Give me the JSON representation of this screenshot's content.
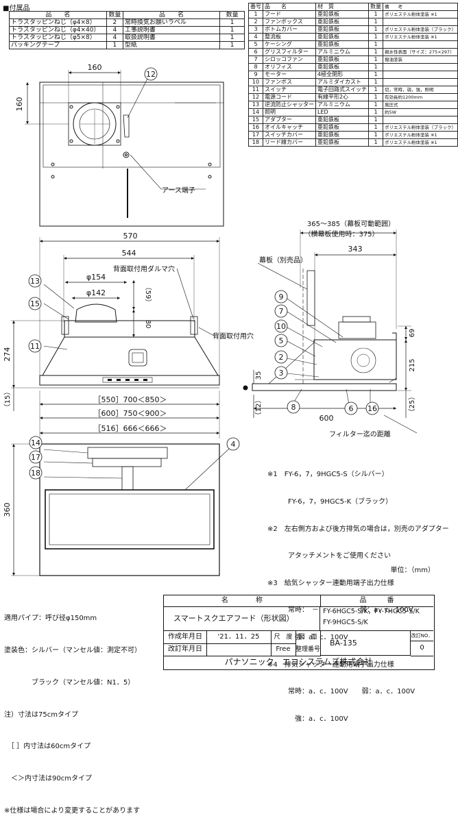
{
  "accessories": {
    "title": "■付属品",
    "headers": [
      "品　　名",
      "数量",
      "品　　名",
      "数量"
    ],
    "rows": [
      [
        "トラスタッピンねじ（φ4×8）",
        "2",
        "常時換気お願いラベル",
        "1"
      ],
      [
        "トラスタッピンねじ（φ4×40）",
        "4",
        "工事説明書",
        "1"
      ],
      [
        "トラスタッピンねじ（φ5×8）",
        "4",
        "取扱説明書",
        "1"
      ],
      [
        "パッキングテープ",
        "1",
        "型紙",
        "1"
      ]
    ]
  },
  "parts": {
    "headers": [
      "番号",
      "品　　名",
      "材　質",
      "数量",
      "備　　考"
    ],
    "rows": [
      [
        "1",
        "フード",
        "亜鉛鉄板",
        "1",
        "ポリエステル粉体塗装 ※1"
      ],
      [
        "2",
        "ファンボックス",
        "亜鉛鉄板",
        "1",
        ""
      ],
      [
        "3",
        "ボトムカバー",
        "亜鉛鉄板",
        "1",
        "ポリエステル粉体塗装（ブラック）"
      ],
      [
        "4",
        "整流板",
        "亜鉛鉄板",
        "1",
        "ポリエステル粉体塗装 ※1"
      ],
      [
        "5",
        "ケーシング",
        "亜鉛鉄板",
        "1",
        ""
      ],
      [
        "6",
        "グリスフィルター",
        "アルミニウム",
        "1",
        "親水性表面（サイズ：275×297）"
      ],
      [
        "7",
        "シロッコファン",
        "亜鉛鉄板",
        "1",
        "撥油塗装"
      ],
      [
        "8",
        "オリフィス",
        "亜鉛鉄板",
        "1",
        ""
      ],
      [
        "9",
        "モーター",
        "4極全閉形",
        "1",
        ""
      ],
      [
        "10",
        "ファンボス",
        "アルミダイカスト",
        "1",
        ""
      ],
      [
        "11",
        "スイッチ",
        "電子回路式スイッチ",
        "1",
        "切，常時，弱，強，照明"
      ],
      [
        "12",
        "電源コード",
        "有線平形2心",
        "1",
        "有効長約1200mm"
      ],
      [
        "13",
        "逆流防止シャッター",
        "アルミニウム",
        "1",
        "風圧式"
      ],
      [
        "14",
        "照明",
        "LED",
        "1",
        "約5W"
      ],
      [
        "15",
        "アダプター",
        "亜鉛鉄板",
        "1",
        ""
      ],
      [
        "16",
        "オイルキャッチ",
        "亜鉛鉄板",
        "1",
        "ポリエステル粉体塗装（ブラック）"
      ],
      [
        "17",
        "スイッチカバー",
        "亜鉛鉄板",
        "1",
        "ポリエステル粉体塗装 ※1"
      ],
      [
        "18",
        "リード線カバー",
        "亜鉛鉄板",
        "1",
        "ポリエステル粉体塗装 ※1"
      ]
    ]
  },
  "labels": {
    "d160h": "160",
    "d160v": "160",
    "earth": "アース端子",
    "d570": "570",
    "d544": "544",
    "back_hole": "背面取付用ダルマ穴",
    "phi154": "φ154",
    "phi142": "φ142",
    "d59": "（59）",
    "d80": "80",
    "d274": "274",
    "d15": "（15）",
    "back_hole2": "背面取付用穴",
    "w1": "［550］700＜850＞",
    "w2": "［600］750＜900＞",
    "w3": "［516］666＜666＞",
    "d360": "360",
    "range1": "365～385（幕板可動範囲）",
    "range2": "（横幕板使用時：375）",
    "d343": "343",
    "makuita": "幕板（別売品）",
    "d69": "69",
    "d215": "215",
    "d35": "35",
    "d12": "（12）",
    "d600": "600",
    "d25": "（25）",
    "filter_dist": "フィルター迄の距離",
    "unit": "単位：（mm）"
  },
  "balloons": [
    "12",
    "13",
    "15",
    "11",
    "14",
    "17",
    "18",
    "4",
    "9",
    "7",
    "10",
    "5",
    "2",
    "3",
    "8",
    "6",
    "16"
  ],
  "notes": {
    "right": [
      "※1　FY-6，7，9HGC5-S（シルバー）",
      "　　　FY-6，7，9HGC5-K（ブラック）",
      "※2　左右側方および後方排気の場合は，別売のアダプター",
      "　　　アタッチメントをご使用ください",
      "※3　給気シャッター連動用端子出力仕様",
      "　　　常時：　－　　　　　　弱：a．c．100V",
      "　　　　強：a．c．100V",
      "※4　排気シャッター連動用端子出力仕様",
      "　　　常時：a．c．100V　　弱：a．c．100V",
      "　　　　強：a．c．100V"
    ],
    "left": [
      "適用パイプ：呼び径φ150mm",
      "塗装色：シルバー（マンセル値：測定不可）",
      "　　　　ブラック（マンセル値：N1．5）",
      "注）寸法は75cmタイプ",
      "　［ ］内寸法は60cmタイプ",
      "　＜＞内寸法は90cmタイプ",
      "※仕様は場合により変更することがあります"
    ]
  },
  "titleblock": {
    "name_h": "名　　　　称",
    "number_h": "品　　　番",
    "name": "スマートスクエアフード（形状図）",
    "number1": "FY-6HGC5-S/K，FY-7HGC5-S/K",
    "number2": "FY-9HGC5-S/K",
    "created_l": "作成年月日",
    "created": "'21．11．25",
    "revised_l": "改訂年月日",
    "scale_l": "尺　度",
    "scale": "Free",
    "fig_l": "図　面",
    "fig_l2": "整理番号",
    "fig_no": "BA-135",
    "rev_l": "改訂NO．",
    "rev": "0",
    "company": "パナソニック　エコシステムズ株式会社"
  }
}
